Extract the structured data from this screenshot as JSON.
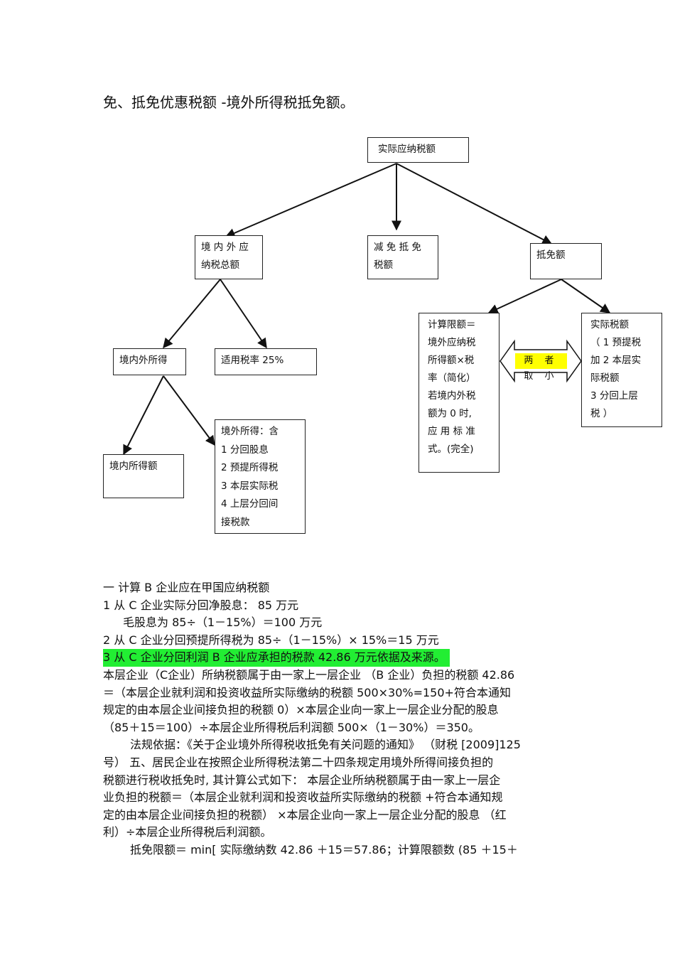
{
  "heading": "免、抵免优惠税额  -境外所得税抵免额。",
  "diagram": {
    "root": "实际应纳税额",
    "total_tax_l1": "境 内 外 应",
    "total_tax_l2": "纳税总额",
    "reduction_l1": "减 免 抵 免",
    "reduction_l2": "税额",
    "credit": "抵免额",
    "income": "境内外所得",
    "rate": "适用税率   25%",
    "domestic_income": "境内所得额",
    "foreign_income": [
      "境外所得：含",
      "1  分回股息",
      "2  预提所得税",
      "3   本层实际税",
      "4   上层分回间",
      "接税款"
    ],
    "limit": [
      "计算限额＝",
      "境外应纳税",
      "所得额×税",
      "率（简化）",
      "若境内外税",
      "额为   0  时,",
      "应 用 标 准",
      "式。(完全)"
    ],
    "actual": [
      "实际税额",
      "（ 1   预提税",
      "加  2  本层实",
      "际税额",
      "3   分回上层",
      "税 ）"
    ],
    "compare": "两 者 取 小"
  },
  "body": {
    "l1": "一  计算 B 企业应在甲国应纳税额",
    "l2": "1  从 C 企业实际分回净股息：     85 万元",
    "l3": "毛股息为  85÷（1－15%）＝100 万元",
    "l4": "2  从 C 企业分回预提所得税为     85÷（1－15%）× 15%＝15 万元",
    "l5": "3  从 C 企业分回利润   B 企业应承担的税款   42.86 万元依据及来源。",
    "l6": "本层企业（C企业）所纳税额属于由一家上一层企业    （B 企业）负担的税额  42.86",
    "l7": "＝（本层企业就利润和投资收益所实际缴纳的税额        500×30%=150+符合本通知",
    "l8": "规定的由本层企业间接负担的税额      0）×本层企业向一家上一层企业分配的股息",
    "l9": "（85＋15＝100）÷本层企业所得税后利润额     500×（1－30%）＝350。",
    "l10": "法规依据：《关于企业境外所得税收抵免有关问题的通知》      （财税 [2009]125",
    "l11": "号）    五、居民企业在按照企业所得税法第二十四条规定用境外所得间接负担的",
    "l12": "税额进行税收抵免时,     其计算公式如下：  本层企业所纳税额属于由一家上一层企",
    "l13": "业负担的税额＝（本层企业就利润和投资收益所实际缴纳的税额        +符合本通知规",
    "l14": "定的由本层企业间接负担的税额）     ×本层企业向一家上一层企业分配的股息     （红",
    "l15": "利）÷本层企业所得税后利润额。",
    "l16": "抵免限额＝   min[ 实际缴纳数     42.86 ＋15＝57.86；计算限额数   (85 ＋15＋"
  }
}
